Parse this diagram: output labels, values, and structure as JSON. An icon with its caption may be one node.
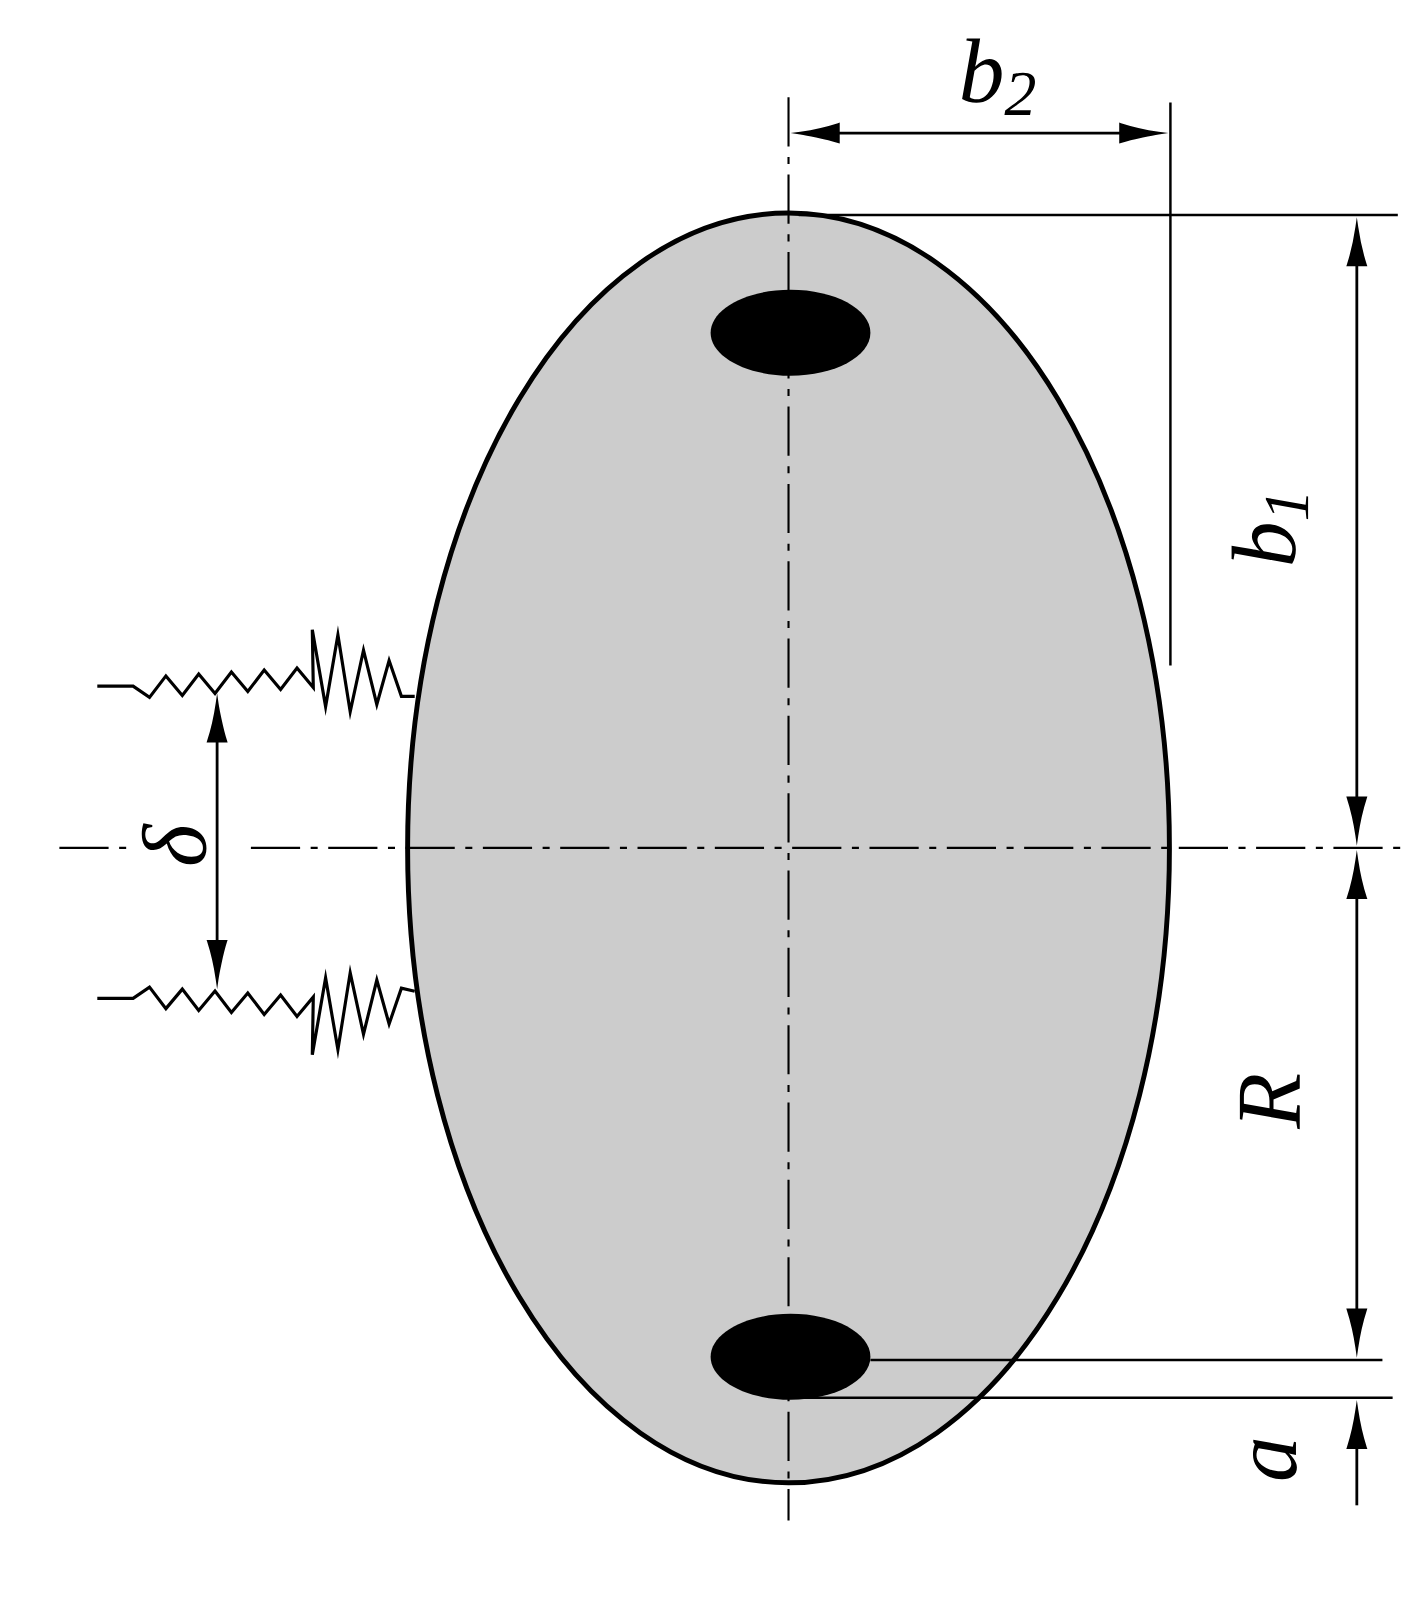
{
  "diagram": {
    "labels": [
      "b$_{2}$",
      "b$_{1}$",
      "δ",
      "R",
      "a"
    ]
  }
}
